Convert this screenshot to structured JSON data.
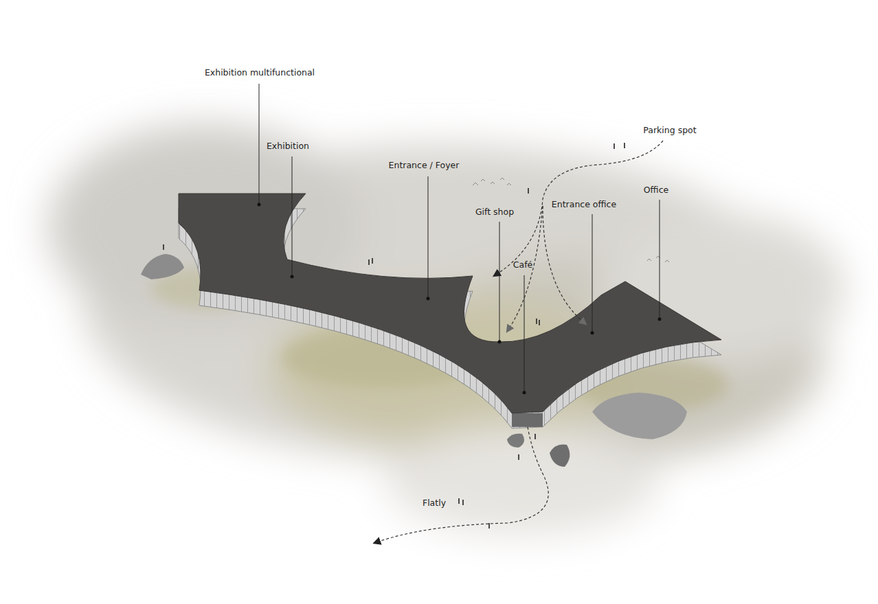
{
  "diagram": {
    "labels": [
      "Exhibition multifunctional",
      "Exhibition",
      "Entrance / Foyer",
      "Parking spot",
      "Gift shop",
      "Entrance office",
      "Office",
      "Café",
      "Flatly"
    ]
  }
}
